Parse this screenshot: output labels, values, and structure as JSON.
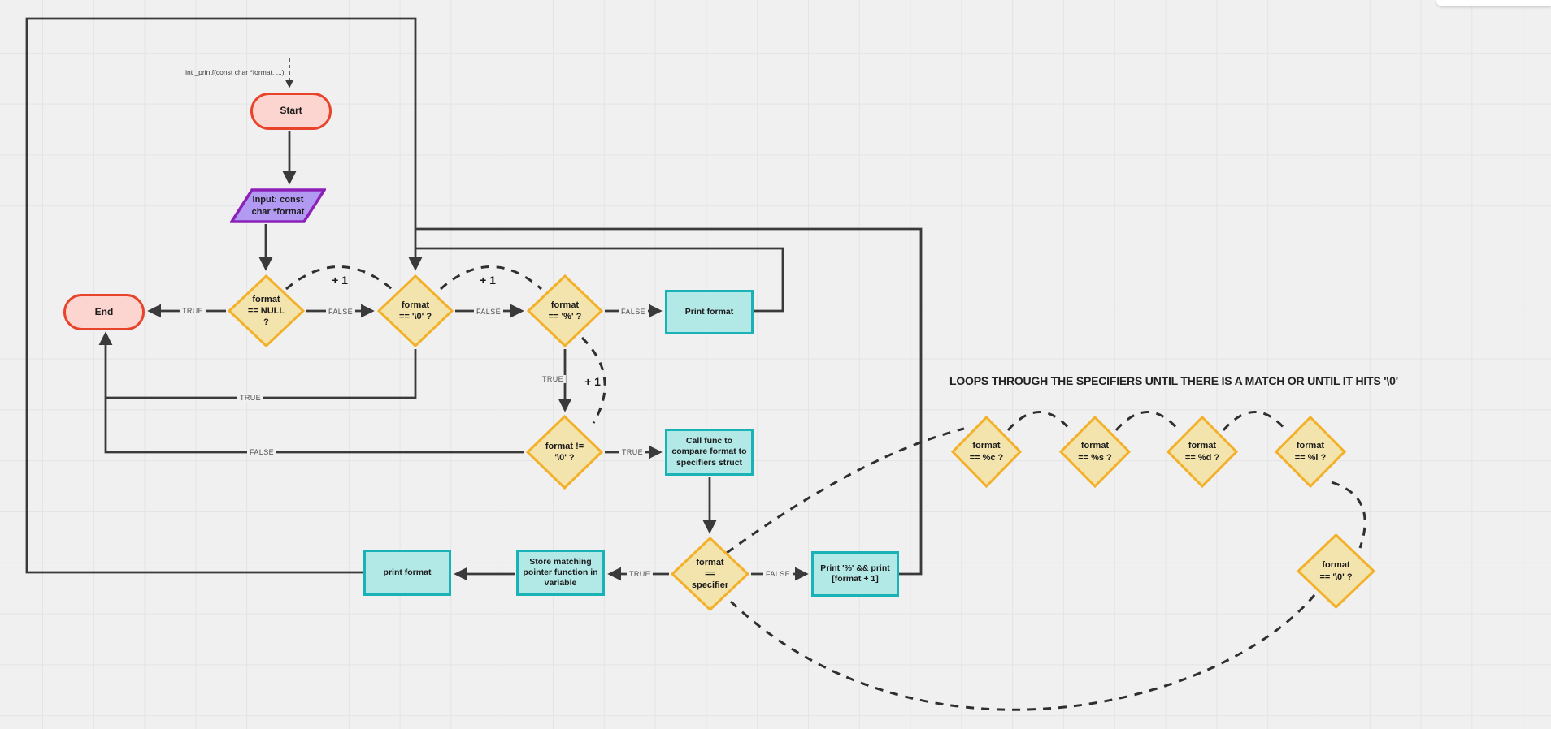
{
  "annotations": {
    "signature": "int _printf(const char *format, ...);",
    "loop_note": "LOOPS THROUGH THE SPECIFIERS UNTIL THERE IS A MATCH OR UNTIL IT HITS '\\0'"
  },
  "labels": {
    "true": "TRUE",
    "false": "FALSE",
    "plus_one": "+ 1"
  },
  "nodes": {
    "start": "Start",
    "end": "End",
    "input": "Input: const\nchar *format",
    "check_null": "format\n== NULL\n?",
    "check_nul": "format\n== '\\0' ?",
    "check_percent": "format\n== '%' ?",
    "print_format": "Print format",
    "check_not_nul": "format !=\n'\\0' ?",
    "call_func": "Call func to\ncompare format to\nspecifiers struct",
    "check_specifier": "format\n==\nspecifier",
    "print_percent": "Print '%' && print\n[format + 1]",
    "store_pointer": "Store matching\npointer function in\nvariable",
    "print_format_2": "print format",
    "spec_c": "format\n== %c ?",
    "spec_s": "format\n== %s ?",
    "spec_d": "format\n== %d ?",
    "spec_i": "format\n== %i ?",
    "check_nul_2": "format\n== '\\0' ?"
  },
  "colors": {
    "terminal_fill": "#fcd4d0",
    "terminal_border": "#e8442c",
    "io_fill": "#b29af2",
    "io_border": "#8b21b8",
    "decision_fill": "#f3e3ac",
    "decision_border": "#f3b029",
    "process_fill": "#b2e8e6",
    "process_border": "#19b3b7",
    "edge": "#3a3a3a"
  }
}
